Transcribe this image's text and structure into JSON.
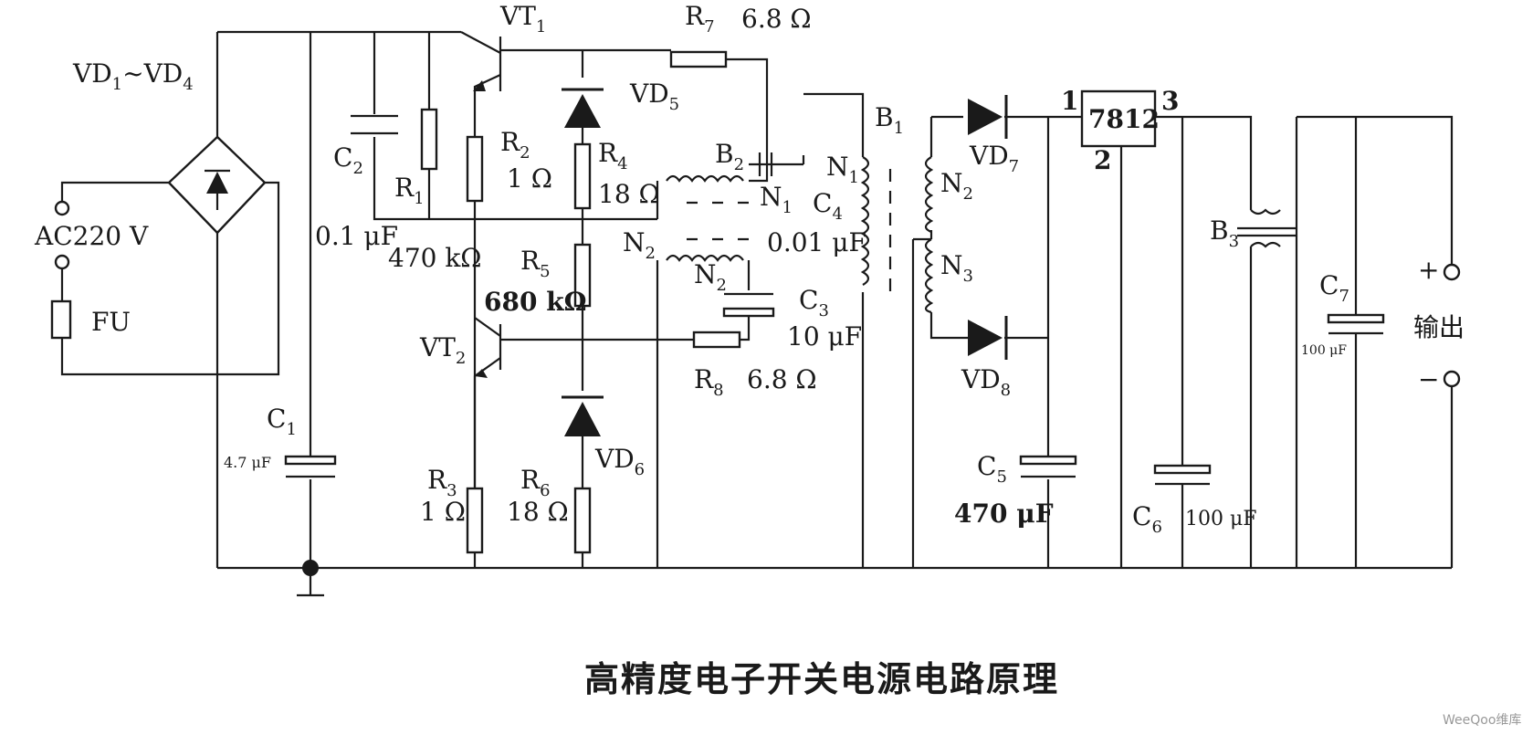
{
  "title": "高精度电子开关电源电路原理",
  "watermark": "WeeQoo维库",
  "labels": {
    "vt1": "VT",
    "vt1_sub": "1",
    "vt2": "VT",
    "vt2_sub": "2",
    "r7": "R",
    "r7_sub": "7",
    "r7_val": "6.8 Ω",
    "r8": "R",
    "r8_sub": "8",
    "r8_val": "6.8 Ω",
    "vd1_4": "VD",
    "vd1_4_sub1": "1",
    "vd1_4_tilde": "~VD",
    "vd1_4_sub2": "4",
    "vd5": "VD",
    "vd5_sub": "5",
    "vd6": "VD",
    "vd6_sub": "6",
    "vd7": "VD",
    "vd7_sub": "7",
    "vd8": "VD",
    "vd8_sub": "8",
    "c1": "C",
    "c1_sub": "1",
    "c1_val": "4.7 μF",
    "c2": "C",
    "c2_sub": "2",
    "c2_val": "0.1 μF",
    "c3": "C",
    "c3_sub": "3",
    "c3_val": "10 μF",
    "c4": "C",
    "c4_sub": "4",
    "c4_val": "0.01 μF",
    "c5": "C",
    "c5_sub": "5",
    "c5_val": "470 μF",
    "c6": "C",
    "c6_sub": "6",
    "c6_val": "100 μF",
    "c7": "C",
    "c7_sub": "7",
    "c7_val": "100 μF",
    "r1": "R",
    "r1_sub": "1",
    "r1_val": "470 kΩ",
    "r2": "R",
    "r2_sub": "2",
    "r2_val": "1 Ω",
    "r3": "R",
    "r3_sub": "3",
    "r3_val": "1 Ω",
    "r4": "R",
    "r4_sub": "4",
    "r4_val": "18 Ω",
    "r5": "R",
    "r5_sub": "5",
    "r5_val": "680 kΩ",
    "r6": "R",
    "r6_sub": "6",
    "r6_val": "18 Ω",
    "b1": "B",
    "b1_sub": "1",
    "b2": "B",
    "b2_sub": "2",
    "b3": "B",
    "b3_sub": "3",
    "n1": "N",
    "n1_sub": "1",
    "n1p": "N",
    "n1p_sub": "1",
    "n2": "N",
    "n2_sub": "2",
    "n2a": "N",
    "n2a_sub": "2",
    "n2p": "N",
    "n2p_sub": "2",
    "n3": "N",
    "n3_sub": "3",
    "ac": "AC220 V",
    "fu": "FU",
    "reg": "7812",
    "pin1": "1",
    "pin2": "2",
    "pin3": "3",
    "plus": "+",
    "minus": "−",
    "output": "输出"
  }
}
